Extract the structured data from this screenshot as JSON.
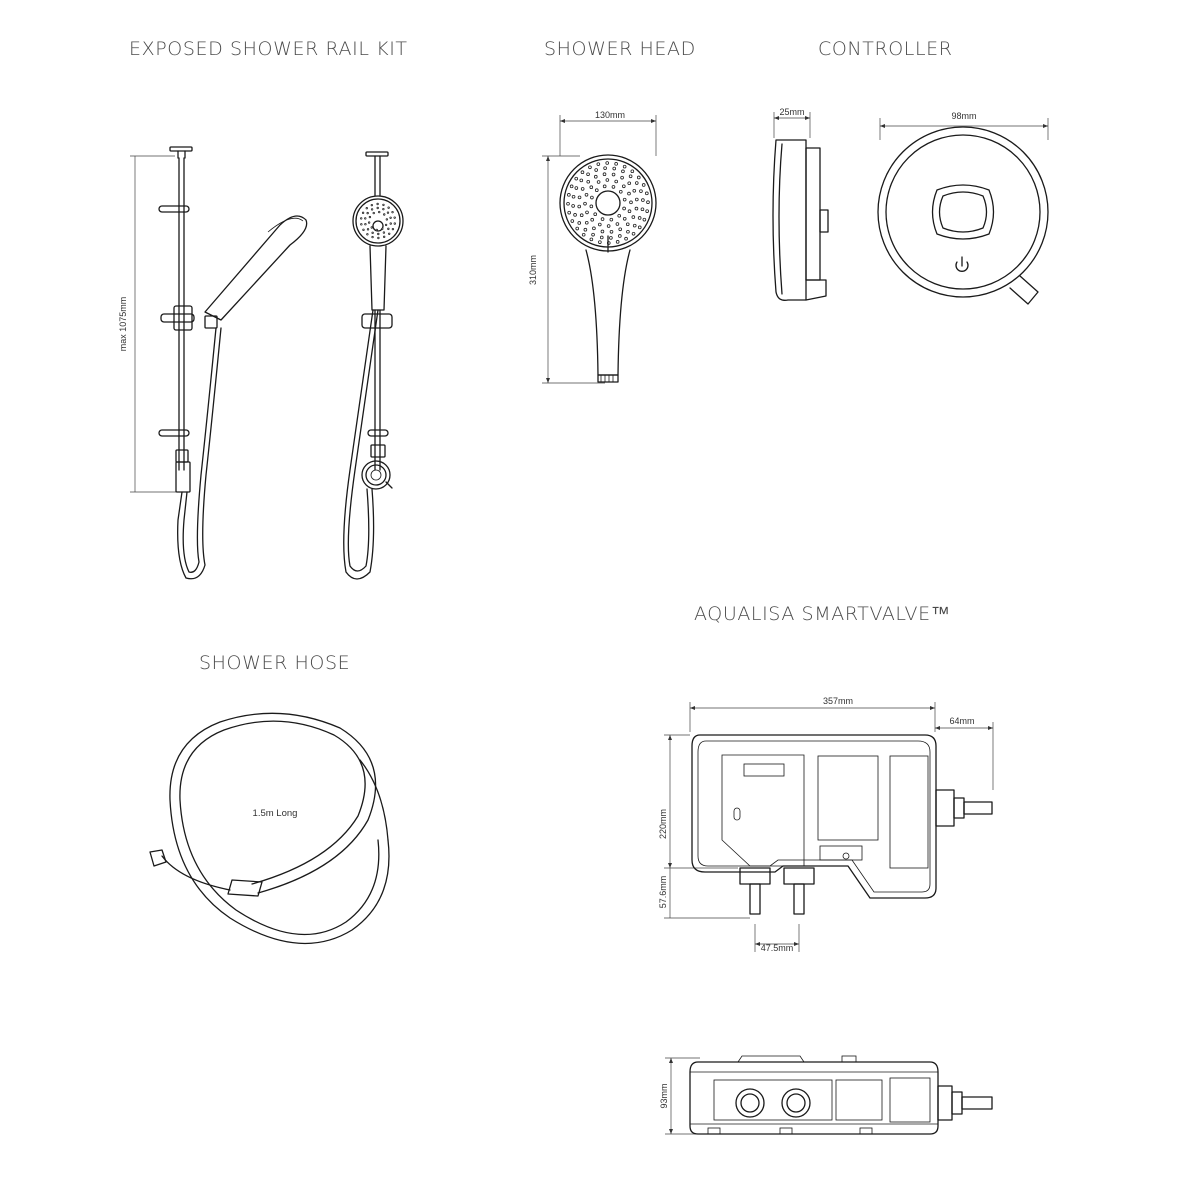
{
  "titles": {
    "rail_kit": "EXPOSED SHOWER RAIL KIT",
    "shower_head": "SHOWER HEAD",
    "controller": "CONTROLLER",
    "smartvalve": "AQUALISA SMARTVALVE™",
    "hose": "SHOWER HOSE"
  },
  "dimensions": {
    "rail_height": "max 1075mm",
    "head_width": "130mm",
    "head_height": "310mm",
    "controller_depth": "25mm",
    "controller_diameter": "98mm",
    "valve_width": "357mm",
    "valve_outlet": "64mm",
    "valve_height": "220mm",
    "valve_inlet_drop": "57.6mm",
    "valve_inlet_spacing": "47.5mm",
    "valve_depth": "93mm"
  },
  "hose": {
    "length_label": "1.5m Long"
  }
}
